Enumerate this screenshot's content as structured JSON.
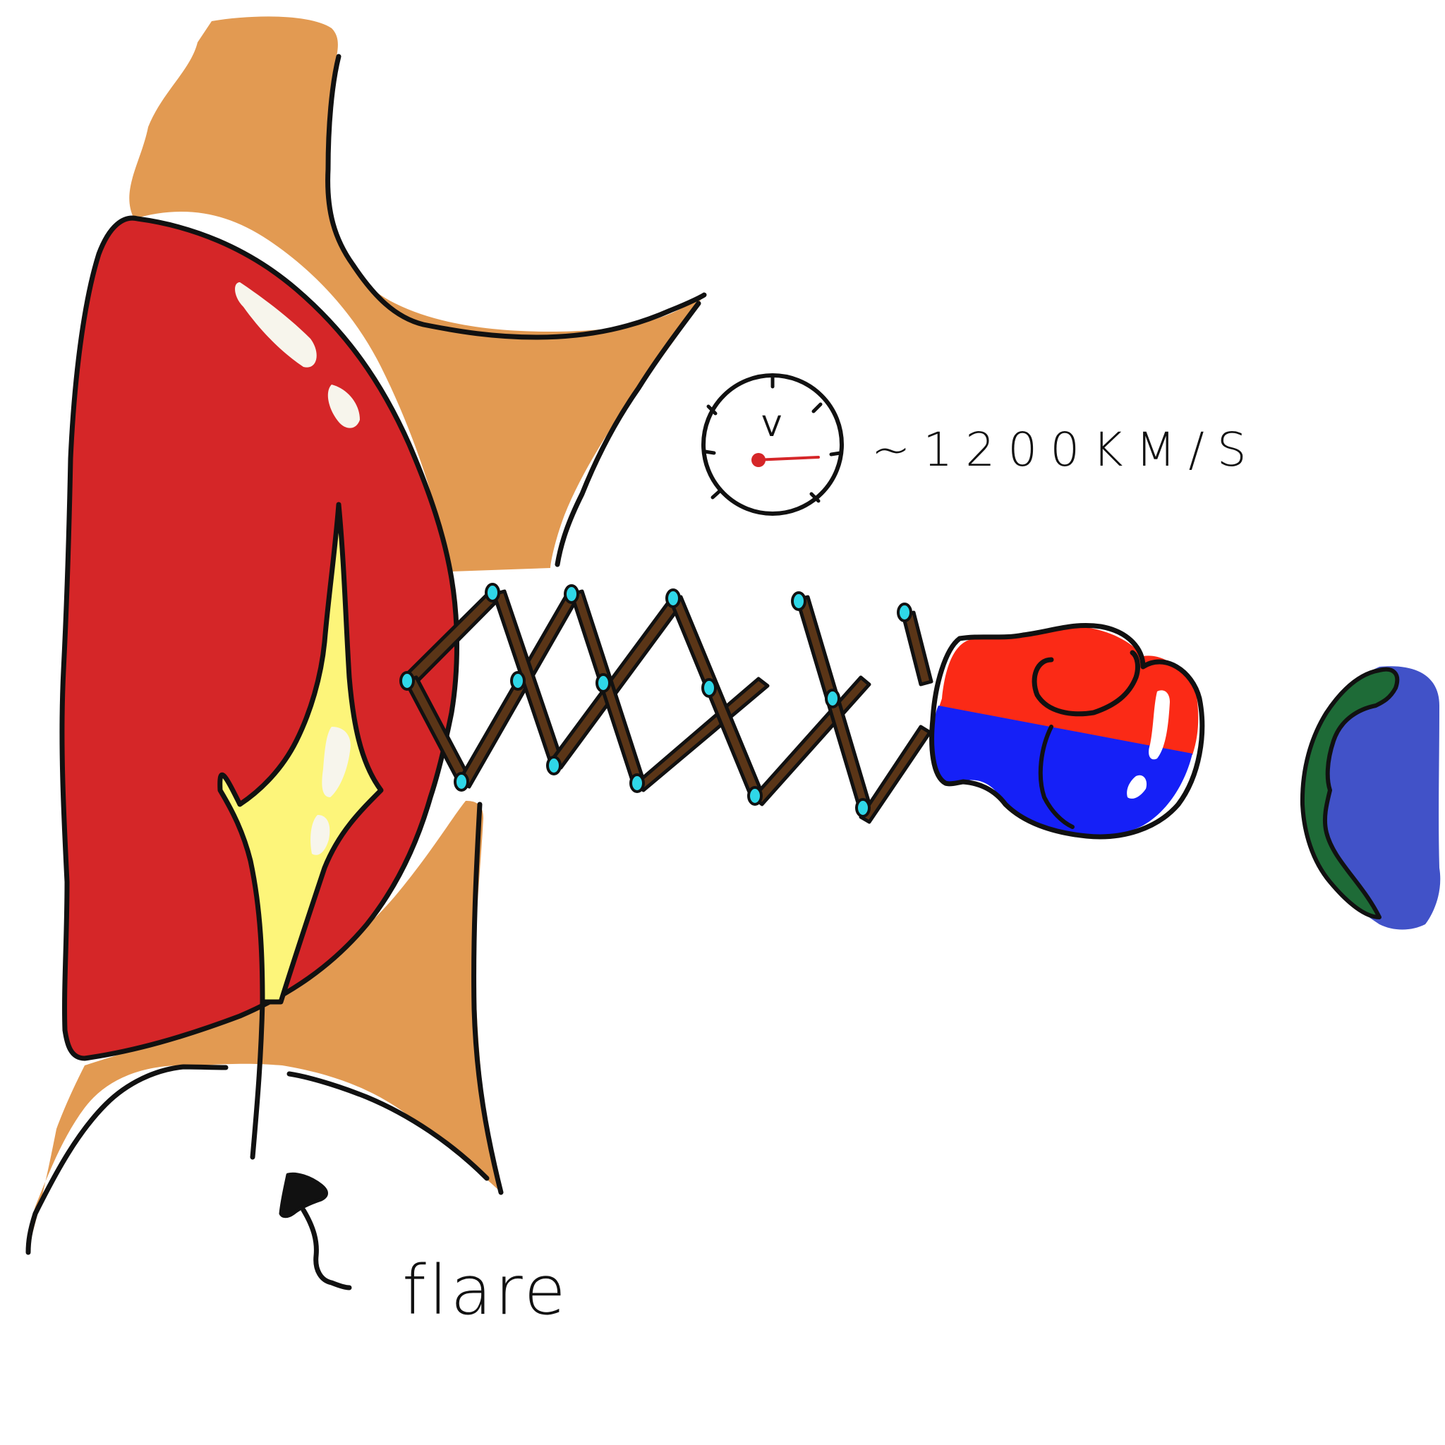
{
  "labels": {
    "speed": "~1200KM/S",
    "speedometer_symbol": "V",
    "flare": "flare"
  },
  "colors": {
    "sunspot_tan": "#E29A52",
    "magnetic_loop_red": "#D52628",
    "flare_yellow": "#FDF57A",
    "spring_brown": "#5A3517",
    "spring_joints": "#2FD7E8",
    "cme_glove_red": "#FB2A16",
    "cme_glove_blue": "#1520F7",
    "earth_blue": "#4152C8",
    "earth_green": "#1E6B37",
    "needle": "#D52628",
    "outline": "#111111"
  },
  "icons": {
    "speedometer": "speedometer-icon",
    "boxing_glove": "boxing-glove-icon",
    "spring": "scissor-spring-icon",
    "earth": "earth-icon",
    "arrow": "curved-arrow-icon"
  }
}
